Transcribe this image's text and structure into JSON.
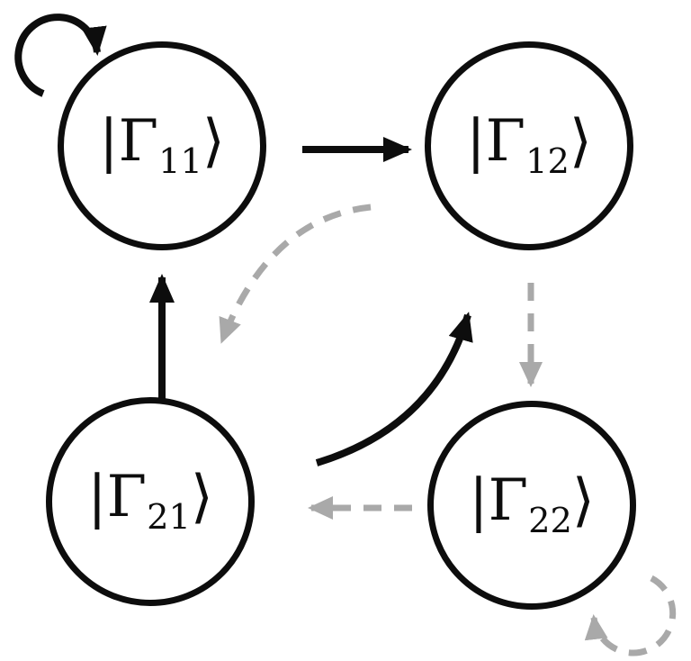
{
  "colors": {
    "background": "#ffffff",
    "node_stroke": "#0d0d0d",
    "solid_arrow": "#0d0d0d",
    "dashed_arrow": "#a9a9a9"
  },
  "nodes": [
    {
      "id": "gamma-11",
      "pre": "|Γ",
      "sub": "11",
      "post": "⟩"
    },
    {
      "id": "gamma-12",
      "pre": "|Γ",
      "sub": "12",
      "post": "⟩"
    },
    {
      "id": "gamma-21",
      "pre": "|Γ",
      "sub": "21",
      "post": "⟩"
    },
    {
      "id": "gamma-22",
      "pre": "|Γ",
      "sub": "22",
      "post": "⟩"
    }
  ],
  "edges": [
    {
      "from": "gamma-11",
      "to": "gamma-11",
      "style": "solid",
      "shape": "self-loop",
      "title": "|Γ11⟩ self-loop (solid)"
    },
    {
      "from": "gamma-11",
      "to": "gamma-12",
      "style": "solid",
      "shape": "straight",
      "title": "|Γ11⟩ → |Γ12⟩ (solid)"
    },
    {
      "from": "gamma-21",
      "to": "gamma-11",
      "style": "solid",
      "shape": "straight",
      "title": "|Γ21⟩ → |Γ11⟩ (solid)"
    },
    {
      "from": "gamma-21",
      "to": "gamma-12",
      "style": "solid",
      "shape": "curved",
      "title": "|Γ21⟩ → |Γ12⟩ (solid, curved)"
    },
    {
      "from": "gamma-12",
      "to": "gamma-21",
      "style": "dashed",
      "shape": "curved",
      "title": "|Γ12⟩ → |Γ21⟩ (dashed, curved)"
    },
    {
      "from": "gamma-12",
      "to": "gamma-22",
      "style": "dashed",
      "shape": "straight",
      "title": "|Γ12⟩ → |Γ22⟩ (dashed)"
    },
    {
      "from": "gamma-22",
      "to": "gamma-21",
      "style": "dashed",
      "shape": "straight",
      "title": "|Γ22⟩ → |Γ21⟩ (dashed)"
    },
    {
      "from": "gamma-22",
      "to": "gamma-22",
      "style": "dashed",
      "shape": "self-loop",
      "title": "|Γ22⟩ self-loop (dashed)"
    }
  ]
}
